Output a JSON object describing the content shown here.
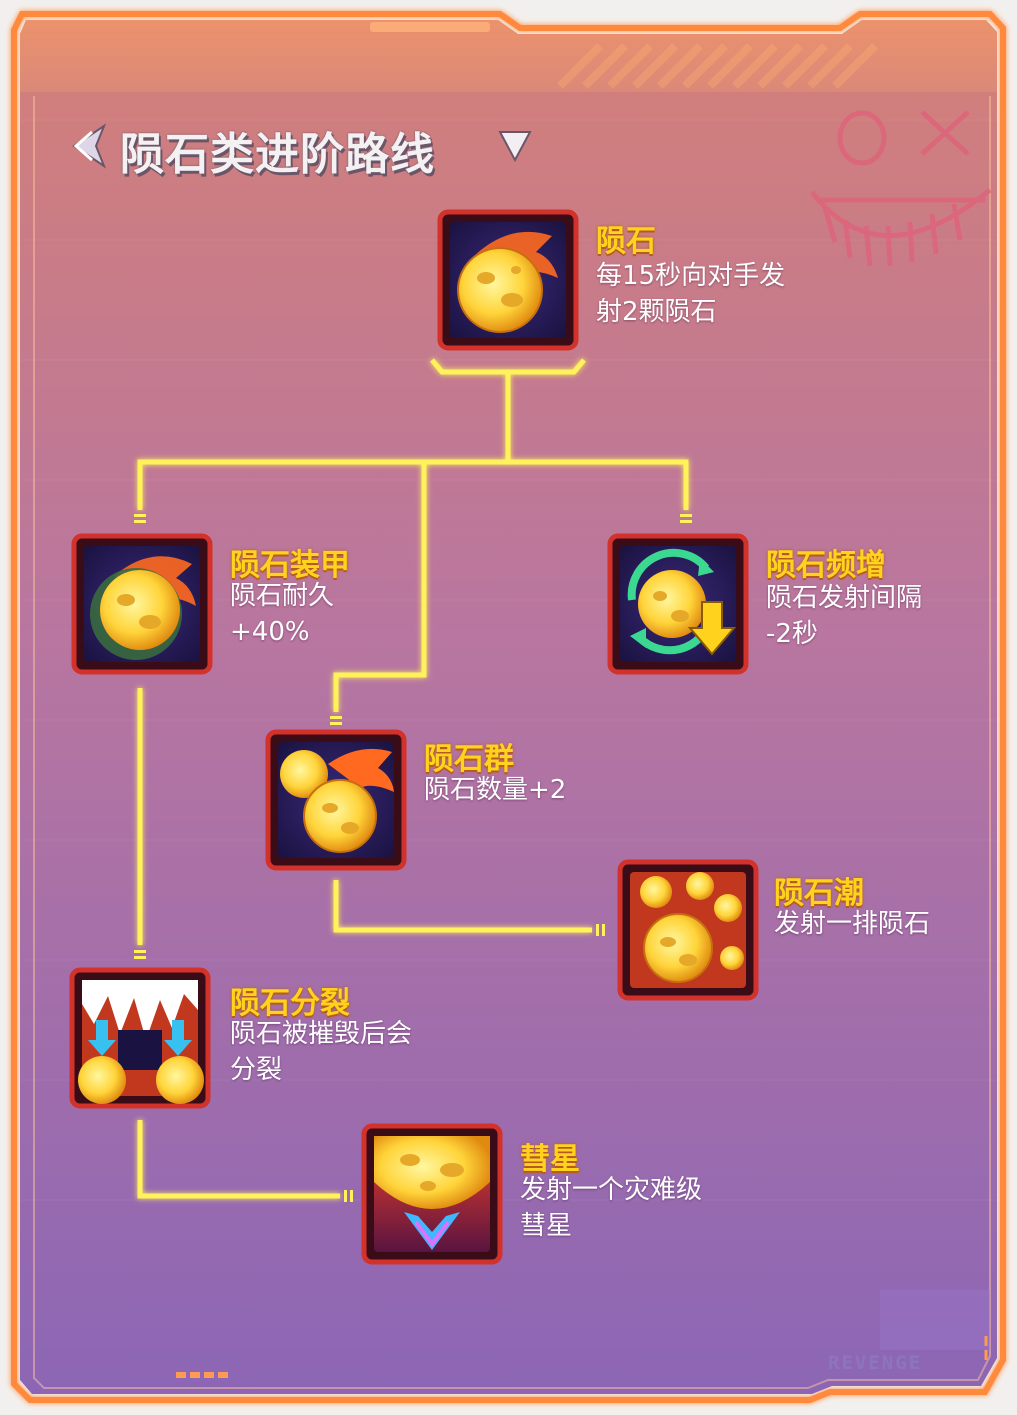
{
  "header": {
    "title": "陨石类进阶路线"
  },
  "brand": {
    "watermark": "REVENGE"
  },
  "colors": {
    "frame_orange": "#ff7a2c",
    "panel_top": "#d47f7d",
    "panel_bottom": "#8f67b3",
    "connector_yellow": "#fff25a",
    "name_yellow": "#ffd21e",
    "icon_border": "#d3322a"
  },
  "skills": [
    {
      "id": "meteor",
      "name": "陨石",
      "desc": "每15秒向对手发射2颗陨石",
      "desc_lines": [
        "每15秒向对手发",
        "射2颗陨石"
      ],
      "icon": "meteor-icon"
    },
    {
      "id": "meteor-armor",
      "name": "陨石装甲",
      "desc_lines": [
        "陨石耐久",
        "+40%"
      ],
      "icon": "meteor-armor-icon"
    },
    {
      "id": "meteor-frequency",
      "name": "陨石频增",
      "desc_lines": [
        "陨石发射间隔",
        "-2秒"
      ],
      "icon": "meteor-cooldown-icon"
    },
    {
      "id": "meteor-swarm",
      "name": "陨石群",
      "desc_lines": [
        "陨石数量+2"
      ],
      "icon": "meteor-swarm-icon"
    },
    {
      "id": "meteor-tide",
      "name": "陨石潮",
      "desc_lines": [
        "发射一排陨石"
      ],
      "icon": "meteor-tide-icon"
    },
    {
      "id": "meteor-split",
      "name": "陨石分裂",
      "desc_lines": [
        "陨石被摧毁后会",
        "分裂"
      ],
      "icon": "meteor-split-icon"
    },
    {
      "id": "comet",
      "name": "彗星",
      "desc_lines": [
        "发射一个灾难级",
        "彗星"
      ],
      "icon": "comet-icon"
    }
  ]
}
